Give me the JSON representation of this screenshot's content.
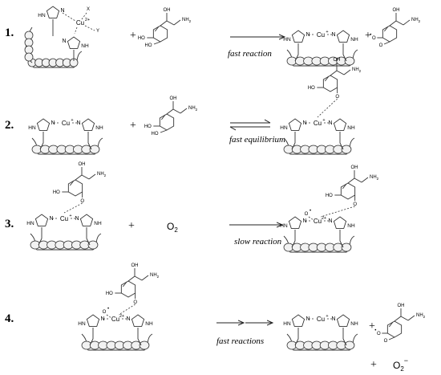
{
  "steps": [
    {
      "number": "1.",
      "caption": "fast reaction"
    },
    {
      "number": "2.",
      "caption": "fast equilibrium"
    },
    {
      "number": "3.",
      "caption": "slow reaction"
    },
    {
      "number": "4.",
      "caption": "fast reactions"
    }
  ],
  "plus": "+",
  "labels": {
    "cu": "Cu",
    "cu1": "+",
    "cu2": "2+",
    "x": "X",
    "y": "Y",
    "n": "N",
    "nh": "NH",
    "hn": "HN",
    "o": "O",
    "oh": "OH",
    "ho": "HO",
    "nh2": "NH",
    "nh2_sub": "2",
    "o2": "O",
    "o2_sub": "2",
    "o2minus_sup": "−",
    "o_radical": "O",
    "radical_dot": "•"
  },
  "colors": {
    "stroke": "#333333",
    "bead": "#f2f2f2"
  }
}
